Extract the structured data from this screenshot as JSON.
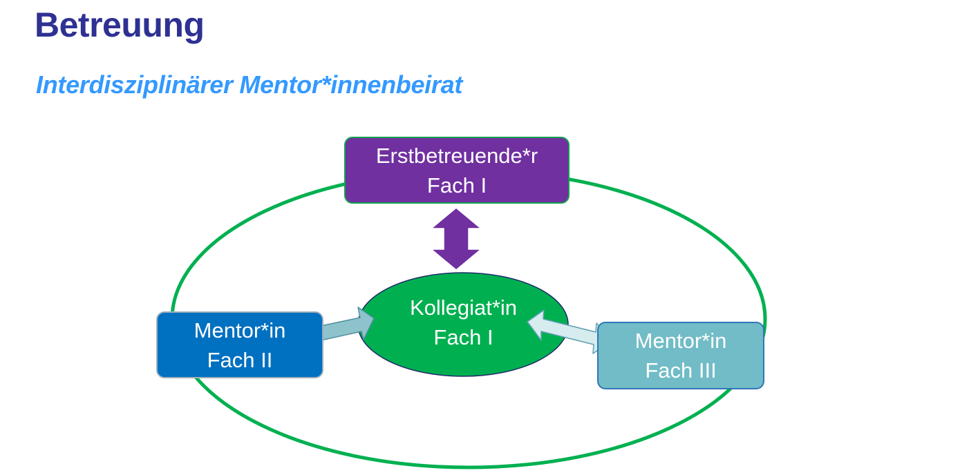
{
  "slide": {
    "title": "Betreuung",
    "subtitle": "Interdisziplinärer Mentor*innenbeirat"
  },
  "diagram": {
    "nodes": {
      "top": {
        "line1": "Erstbetreuende*r",
        "line2": "Fach I",
        "fill": "#7030a0"
      },
      "center": {
        "line1": "Kollegiat*in",
        "line2": "Fach I",
        "fill": "#00b050"
      },
      "left": {
        "line1": "Mentor*in",
        "line2": "Fach II",
        "fill": "#0070c0"
      },
      "right": {
        "line1": "Mentor*in",
        "line2": "Fach III",
        "fill": "#71bcc6"
      }
    },
    "connections": [
      {
        "from": "top",
        "to": "center",
        "style": "double-arrow",
        "color": "#7030a0"
      },
      {
        "from": "left",
        "to": "center",
        "style": "double-arrow",
        "color": "#8fc3cc"
      },
      {
        "from": "center",
        "to": "right",
        "style": "double-arrow",
        "color": "#d6ecef"
      }
    ],
    "ring_color": "#00b050"
  },
  "colors": {
    "title": "#2e3192",
    "subtitle": "#3399ff"
  }
}
